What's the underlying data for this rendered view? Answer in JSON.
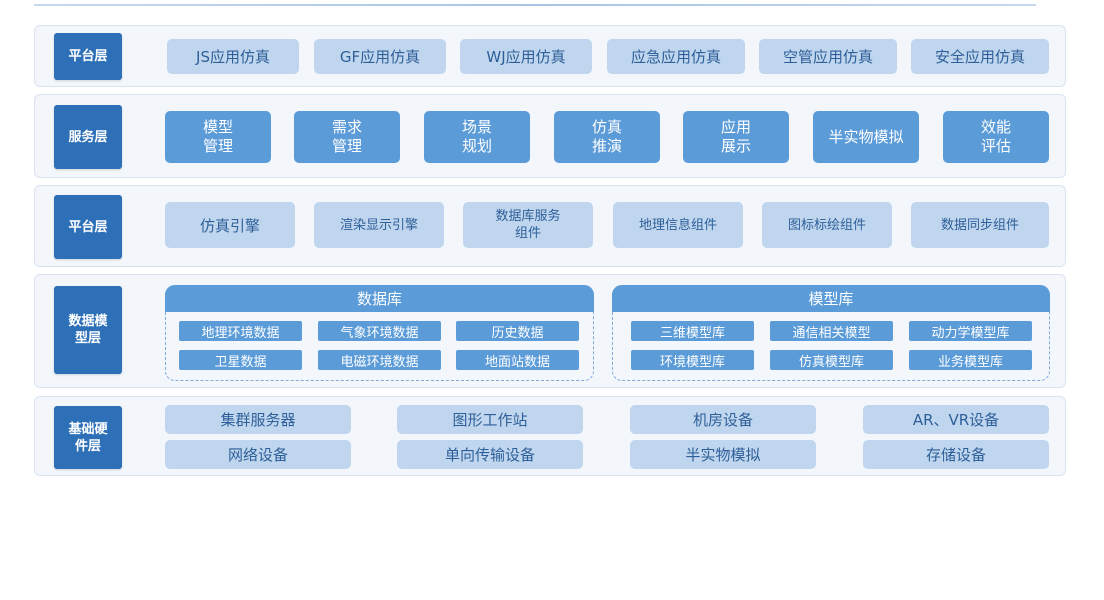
{
  "layers": [
    {
      "label": "平台层",
      "items": [
        "JS应用仿真",
        "GF应用仿真",
        "WJ应用仿真",
        "应急应用仿真",
        "空管应用仿真",
        "安全应用仿真"
      ]
    },
    {
      "label": "服务层",
      "items": [
        "模型\n管理",
        "需求\n管理",
        "场景\n规划",
        "仿真\n推演",
        "应用\n展示",
        "半实物模拟",
        "效能\n评估"
      ]
    },
    {
      "label": "平台层",
      "items": [
        "仿真引擎",
        "渲染显示引擎",
        "数据库服务\n组件",
        "地理信息组件",
        "图标标绘组件",
        "数据同步组件"
      ]
    },
    {
      "label": "数据模\n型层",
      "groups": [
        {
          "title": "数据库",
          "items": [
            "地理环境数据",
            "气象环境数据",
            "历史数据",
            "卫星数据",
            "电磁环境数据",
            "地面站数据"
          ]
        },
        {
          "title": "模型库",
          "items": [
            "三维模型库",
            "通信相关模型",
            "动力学模型库",
            "环境模型库",
            "仿真模型库",
            "业务模型库"
          ]
        }
      ]
    },
    {
      "label": "基础硬\n件层",
      "items": [
        "集群服务器",
        "图形工作站",
        "机房设备",
        "AR、VR设备",
        "网络设备",
        "单向传输设备",
        "半实物模拟",
        "存储设备"
      ]
    }
  ]
}
